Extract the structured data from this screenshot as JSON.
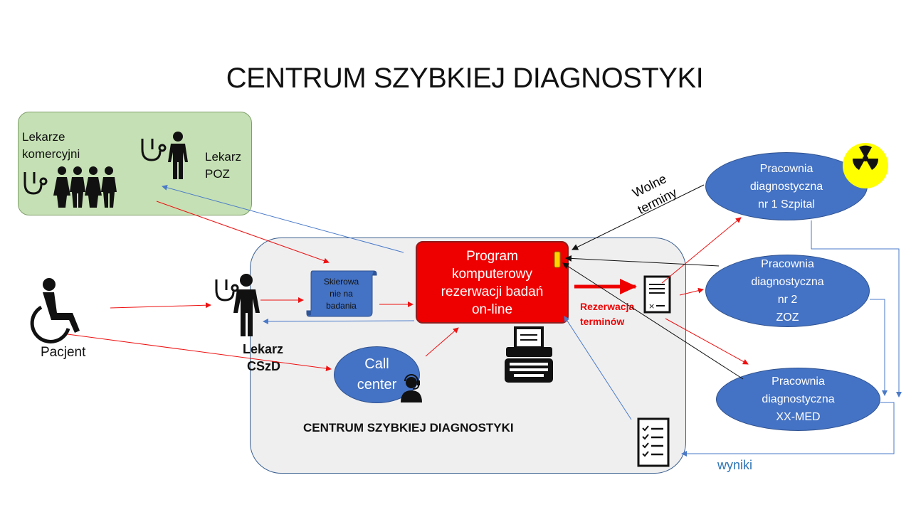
{
  "title": "CENTRUM SZYBKIEJ DIAGNOSTYKI",
  "doctors_group": {
    "commercial_line1": "Lekarze",
    "commercial_line2": "komercyjni",
    "poz_line1": "Lekarz",
    "poz_line2": "POZ"
  },
  "patient": {
    "label": "Pacjent"
  },
  "doctor_cszd": {
    "line1": "Lekarz",
    "line2": "CSzD"
  },
  "referral": {
    "line1": "Skierowa",
    "line2": "nie na",
    "line3": "badania"
  },
  "program": {
    "line1": "Program",
    "line2": "komputerowy",
    "line3": "rezerwacji badań",
    "line4": "on-line"
  },
  "call_center": {
    "line1": "Call",
    "line2": "center"
  },
  "center_label": "CENTRUM SZYBKIEJ DIAGNOSTYKI",
  "reservation": {
    "line1": "Rezerwacja",
    "line2": "terminów"
  },
  "free_slots": {
    "line1": "Wolne",
    "line2": "terminy"
  },
  "labs": [
    {
      "lines": [
        "Pracownia",
        "diagnostyczna",
        "nr 1 Szpital"
      ]
    },
    {
      "lines": [
        "Pracownia",
        "diagnostyczna",
        "nr 2",
        "ZOZ"
      ]
    },
    {
      "lines": [
        "Pracownia",
        "diagnostyczna",
        "XX-MED"
      ]
    }
  ],
  "results": "wyniki",
  "colors": {
    "green_panel": "#c5e0b4",
    "center_panel": "#efeff0",
    "program_box": "#ee0000",
    "lab_ellipse": "#4472c4",
    "red_arrow": "#ee1111",
    "blue_arrow": "#4a7ac8",
    "black_arrow": "#111111",
    "radiation_sign": "#ffff00",
    "results_text": "#2e75b6"
  },
  "icons": [
    "stethoscope-icon",
    "person-icon",
    "wheelchair-icon",
    "headset-agent-icon",
    "typewriter-icon",
    "checklist-icon",
    "form-document-icon",
    "radiation-icon",
    "usb-key-icon"
  ]
}
